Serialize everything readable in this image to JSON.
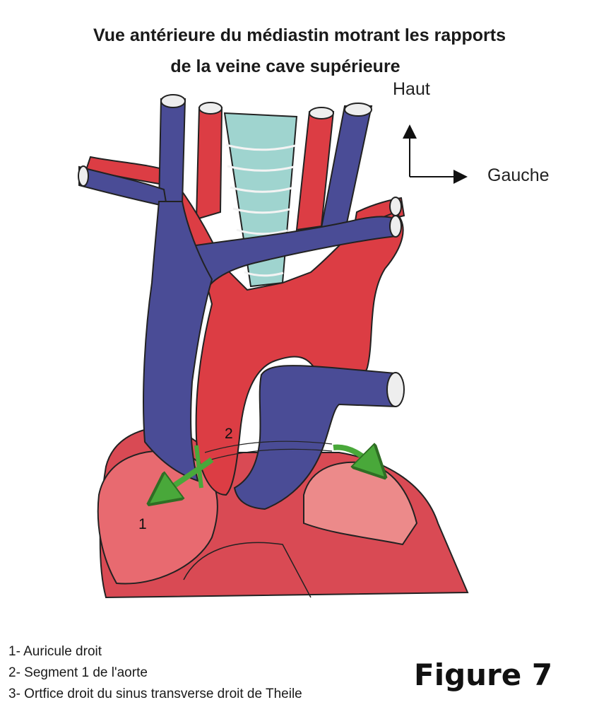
{
  "title": {
    "line1": "Vue antérieure du médiastin motrant les rapports",
    "line2": "de la veine cave supérieure"
  },
  "orientation": {
    "up_label": "Haut",
    "left_label": "Gauche"
  },
  "markers": {
    "m1": "1",
    "m2": "2"
  },
  "legend": [
    "1- Auricule droit",
    "2- Segment 1 de l'aorte",
    "3- Ortfice droit du sinus transverse droit de Theile"
  ],
  "figure_label": "Figure 7",
  "colors": {
    "artery": "#dc3d44",
    "vein": "#4a4c96",
    "heart": "#d94a54",
    "trachea": "#9fd4cf",
    "arrow": "#49a83a"
  }
}
